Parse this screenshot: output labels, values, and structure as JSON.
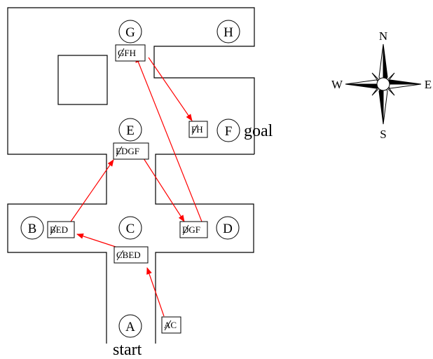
{
  "nodes": [
    {
      "id": "A",
      "label": "A"
    },
    {
      "id": "B",
      "label": "B"
    },
    {
      "id": "C",
      "label": "C"
    },
    {
      "id": "D",
      "label": "D"
    },
    {
      "id": "E",
      "label": "E"
    },
    {
      "id": "F",
      "label": "F"
    },
    {
      "id": "G",
      "label": "G"
    },
    {
      "id": "H",
      "label": "H"
    }
  ],
  "queues": [
    {
      "id": "q-ac",
      "struck": "A",
      "rest": "C"
    },
    {
      "id": "q-cbed",
      "struck": "C",
      "rest": "BED"
    },
    {
      "id": "q-bed",
      "struck": "B",
      "rest": "ED"
    },
    {
      "id": "q-edgf",
      "struck": "E",
      "rest": "DGF"
    },
    {
      "id": "q-dgf",
      "struck": "D",
      "rest": "GF"
    },
    {
      "id": "q-gfh",
      "struck": "G",
      "rest": "FH"
    },
    {
      "id": "q-fh",
      "struck": "F",
      "rest": "H"
    }
  ],
  "labels": {
    "start": "start",
    "goal": "goal"
  },
  "compass": {
    "north": "N",
    "south": "S",
    "east": "E",
    "west": "W"
  },
  "colors": {
    "arrow": "#ff0000",
    "line": "#000000"
  }
}
